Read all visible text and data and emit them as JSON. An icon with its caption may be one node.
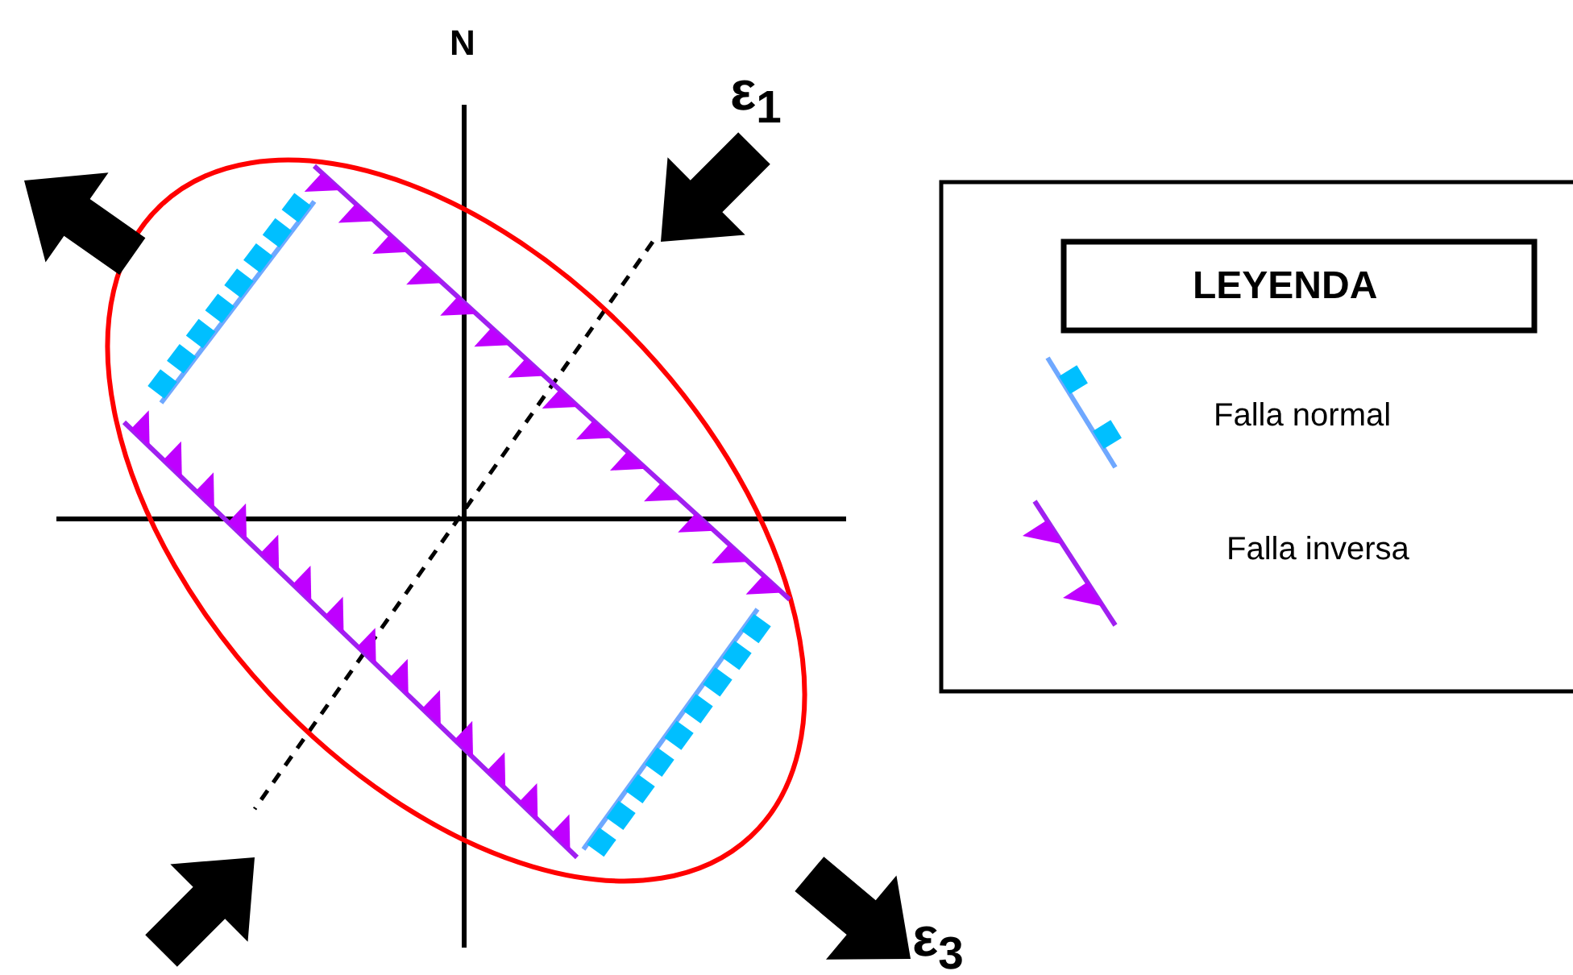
{
  "diagram": {
    "labels": [
      "N",
      "ε$_{1}$",
      "ε$_{3}$",
      "LEYENDA"
    ],
    "legend": [
      {
        "text": "Falla normal"
      },
      {
        "text": "Falla inversa"
      }
    ]
  }
}
